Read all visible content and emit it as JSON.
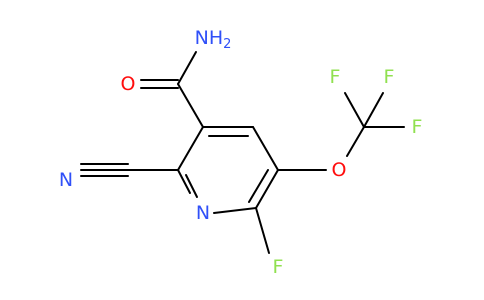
{
  "molecule": {
    "atoms": {
      "amide_nitrogen": {
        "text": "NH",
        "subscript": "2",
        "element": "N",
        "color": "#3050F8"
      },
      "carbonyl_oxygen": {
        "text": "O",
        "element": "O",
        "color": "#FF0D0D"
      },
      "nitrile_nitrogen": {
        "text": "N",
        "element": "N",
        "color": "#3050F8"
      },
      "ring_nitrogen": {
        "text": "N",
        "element": "N",
        "color": "#3050F8"
      },
      "fluorine_ring": {
        "text": "F",
        "element": "F",
        "color": "#90E050"
      },
      "ether_oxygen": {
        "text": "O",
        "element": "O",
        "color": "#FF0D0D"
      },
      "fluorine_cf3_left": {
        "text": "F",
        "element": "F",
        "color": "#90E050"
      },
      "fluorine_cf3_top": {
        "text": "F",
        "element": "F",
        "color": "#90E050"
      },
      "fluorine_cf3_right": {
        "text": "F",
        "element": "F",
        "color": "#90E050"
      }
    },
    "colors": {
      "bond": "#000000",
      "background": "#FFFFFF"
    }
  }
}
